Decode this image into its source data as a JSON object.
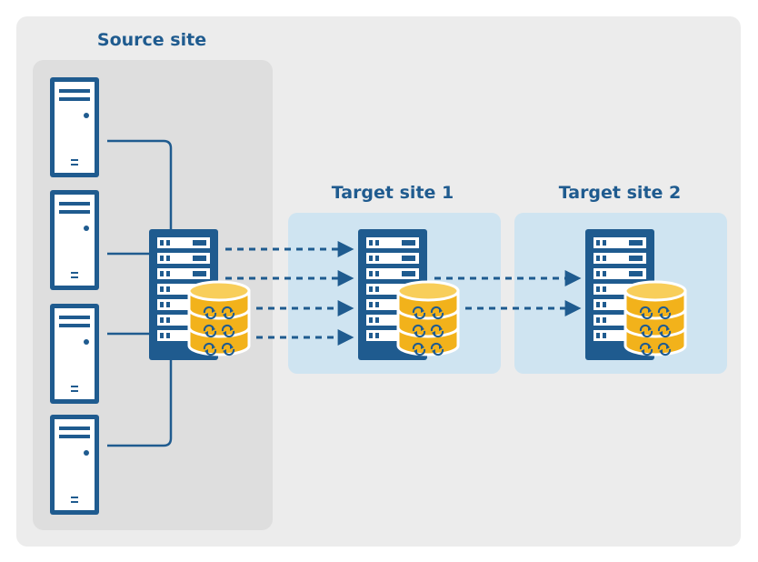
{
  "labels": {
    "source_site": "Source site",
    "target_site_1": "Target site 1",
    "target_site_2": "Target site 2"
  },
  "colors": {
    "outer_panel": "#ececec",
    "source_panel": "#dedede",
    "target_panel": "#cfe4f1",
    "navy": "#1f5b8f",
    "navy_dark": "#174a78",
    "disk_gold": "#f2b21b",
    "disk_gold_light": "#f8ce5a",
    "white": "#ffffff"
  },
  "icons": {
    "client_server": "tower-server-icon",
    "replication_server": "rack-server-icon",
    "storage": "database-sync-icon",
    "replication_link": "dashed-arrow-icon"
  }
}
